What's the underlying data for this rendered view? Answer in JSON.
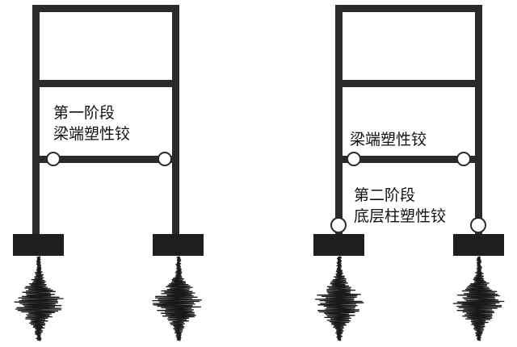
{
  "frames": [
    {
      "id": "left",
      "labels": [
        "第一阶段",
        "梁端塑性铰"
      ],
      "hinge_locations": [
        "beam-end-left",
        "beam-end-right"
      ]
    },
    {
      "id": "right",
      "labels": [
        "梁端塑性铰",
        "第二阶段",
        "底层柱塑性铰"
      ],
      "hinge_locations": [
        "beam-end-left",
        "beam-end-right",
        "column-base-left",
        "column-base-right"
      ]
    }
  ],
  "colors": {
    "frame": "#2a2a2a",
    "foundation": "#1e1e1e",
    "hinge": "#2a2a2a",
    "wave": "#1a1a1a"
  }
}
